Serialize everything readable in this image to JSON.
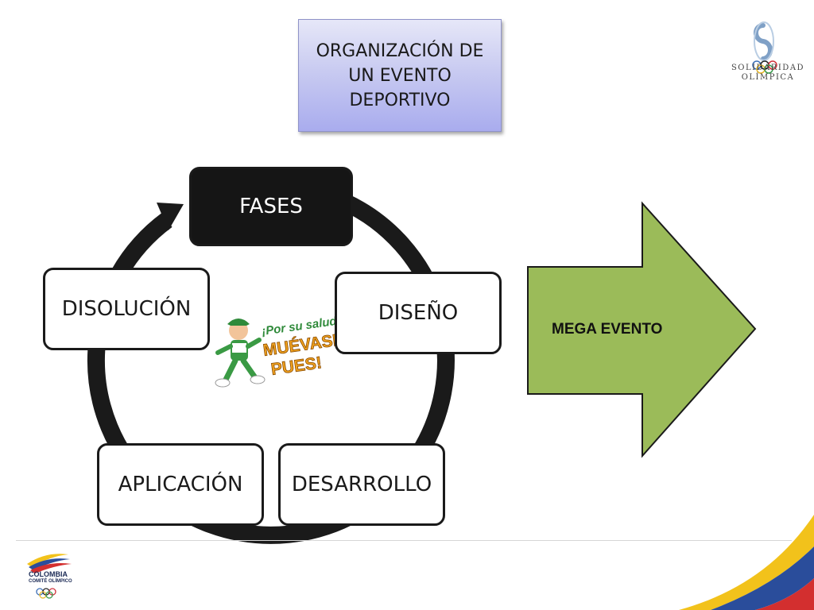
{
  "title": "ORGANIZACIÓN DE\nUN EVENTO\nDEPORTIVO",
  "cycle": {
    "center": "FASES",
    "phases": [
      "DISEÑO",
      "DESARROLLO",
      "APLICACIÓN",
      "DISOLUCIÓN"
    ]
  },
  "arrow": {
    "label": "MEGA EVENTO",
    "color": "#9bbb59"
  },
  "logos": {
    "top_right": {
      "line1": "SOLIDARIDAD",
      "line2": "OLÍMPICA"
    },
    "bottom_left": {
      "line1": "COLOMBIA",
      "line2": "COMITÉ OLÍMPICO"
    },
    "mascot": {
      "line1": "¡Por su salud,",
      "line2": "MUÉVASE",
      "line3": "PUES!"
    }
  },
  "colors": {
    "title_box": "#b8baf0",
    "cycle_ring": "#1a1a1a",
    "arrow_fill": "#9bbb59"
  }
}
